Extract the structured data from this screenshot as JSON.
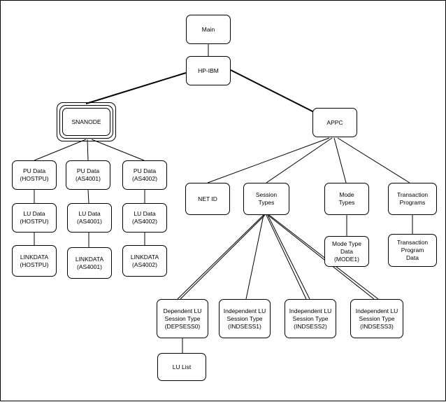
{
  "nodes": {
    "main": "Main",
    "hp_ibm": "HP-IBM",
    "snanode": "SNANODE",
    "appc": "APPC",
    "pu_hostpu": "PU Data\n(HOSTPU)",
    "pu_as4001": "PU Data\n(AS4001)",
    "pu_as4002": "PU Data\n(AS4002)",
    "lu_hostpu": "LU Data\n(HOSTPU)",
    "lu_as4001": "LU Data\n(AS4001)",
    "lu_as4002": "LU Data\n(AS4002)",
    "link_hostpu": "LINKDATA\n(HOSTPU)",
    "link_as4001": "LINKDATA\n(AS4001)",
    "link_as4002": "LINKDATA\n(AS4002)",
    "net_id": "NET ID",
    "session_types": "Session\nTypes",
    "mode_types": "Mode\nTypes",
    "tp": "Transaction\nPrograms",
    "mode_type_data": "Mode Type\nData\n(MODE1)",
    "tp_data": "Transaction\nProgram\nData",
    "dep_lu": "Dependent LU\nSession Type\n(DEPSESS0)",
    "indep1": "Independent LU\nSession Type\n(INDSESS1)",
    "indep2": "Independent LU\nSession Type\n(INDSESS2)",
    "indep3": "Independent LU\nSession Type\n(INDSESS3)",
    "lu_list": "LU List"
  }
}
